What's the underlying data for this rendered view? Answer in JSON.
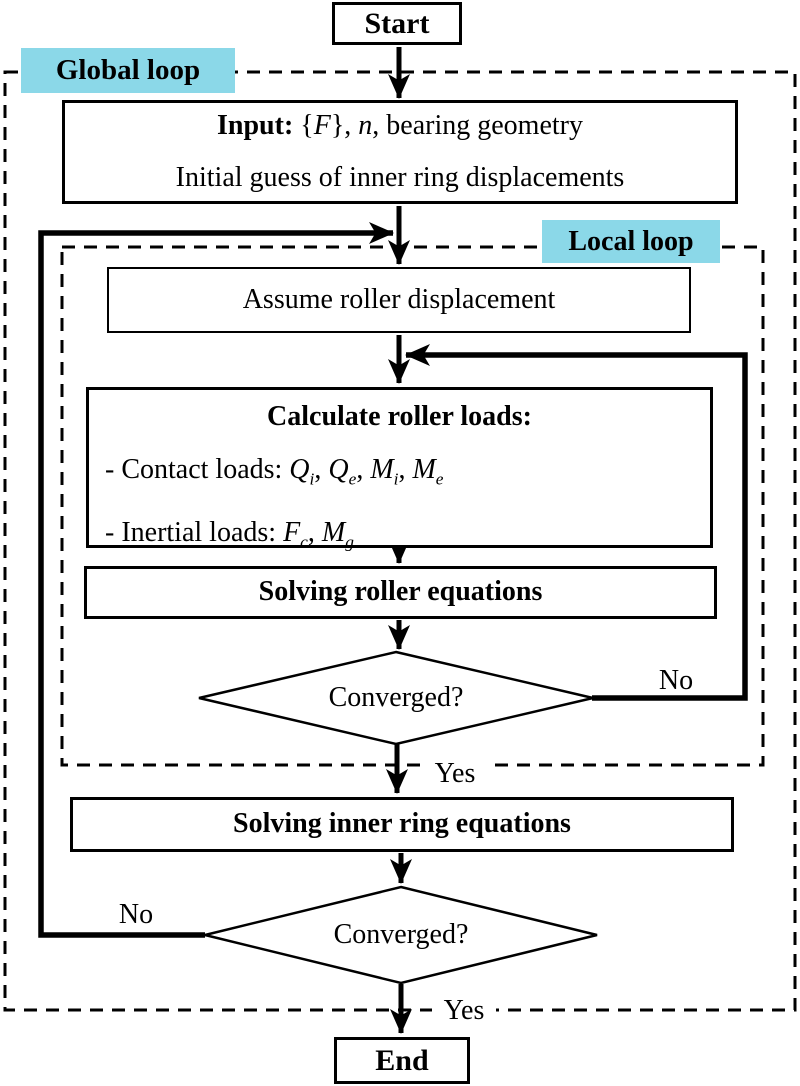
{
  "palette": {
    "highlight": "#8BD8E8",
    "line": "#000000",
    "background": "#ffffff"
  },
  "labels": {
    "global_loop": "Global loop",
    "local_loop": "Local loop",
    "yes_local": "Yes",
    "no_local": "No",
    "yes_global": "Yes",
    "no_global": "No"
  },
  "nodes": {
    "start": "Start",
    "input": {
      "bold": "Input:",
      "seg1": " {",
      "f": "F",
      "seg2": "}, ",
      "n": "n",
      "seg3": ", bearing geometry",
      "line2": "Initial guess of inner ring displacements"
    },
    "assume": "Assume roller displacement",
    "calculate": {
      "title": "Calculate roller loads:",
      "contact_label": "- Contact loads: ",
      "contact_terms": [
        {
          "sym": "Q",
          "sub": "i",
          "sep": ", "
        },
        {
          "sym": "Q",
          "sub": "e",
          "sep": ", "
        },
        {
          "sym": "M",
          "sub": "i",
          "sep": ", "
        },
        {
          "sym": "M",
          "sub": "e",
          "sep": ""
        }
      ],
      "inertial_label": "- Inertial loads: ",
      "inertial_terms": [
        {
          "sym": "F",
          "sub": "c",
          "sep": ", "
        },
        {
          "sym": "M",
          "sub": "g",
          "sep": ""
        }
      ]
    },
    "solve_roller": "Solving roller equations",
    "converged_local": "Converged?",
    "solve_inner": "Solving inner ring equations",
    "converged_global": "Converged?",
    "end": "End"
  }
}
